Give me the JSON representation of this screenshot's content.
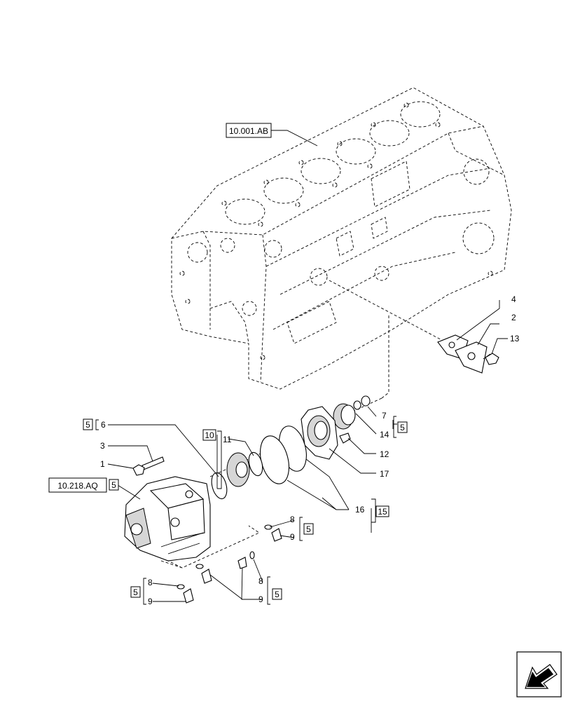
{
  "references": {
    "engine_block": "10.001.AB",
    "pump": "10.218.AQ"
  },
  "parts": {
    "p1": "1",
    "p2": "2",
    "p3": "3",
    "p4": "4",
    "p6": "6",
    "p7": "7",
    "p8": "8",
    "p9": "9",
    "p11": "11",
    "p12": "12",
    "p13": "13",
    "p14": "14",
    "p16": "16",
    "p17": "17"
  },
  "boxed": {
    "b5": "5",
    "b10": "10",
    "b15": "15"
  },
  "icons": {
    "nav": "arrow-bottom-left-icon"
  }
}
